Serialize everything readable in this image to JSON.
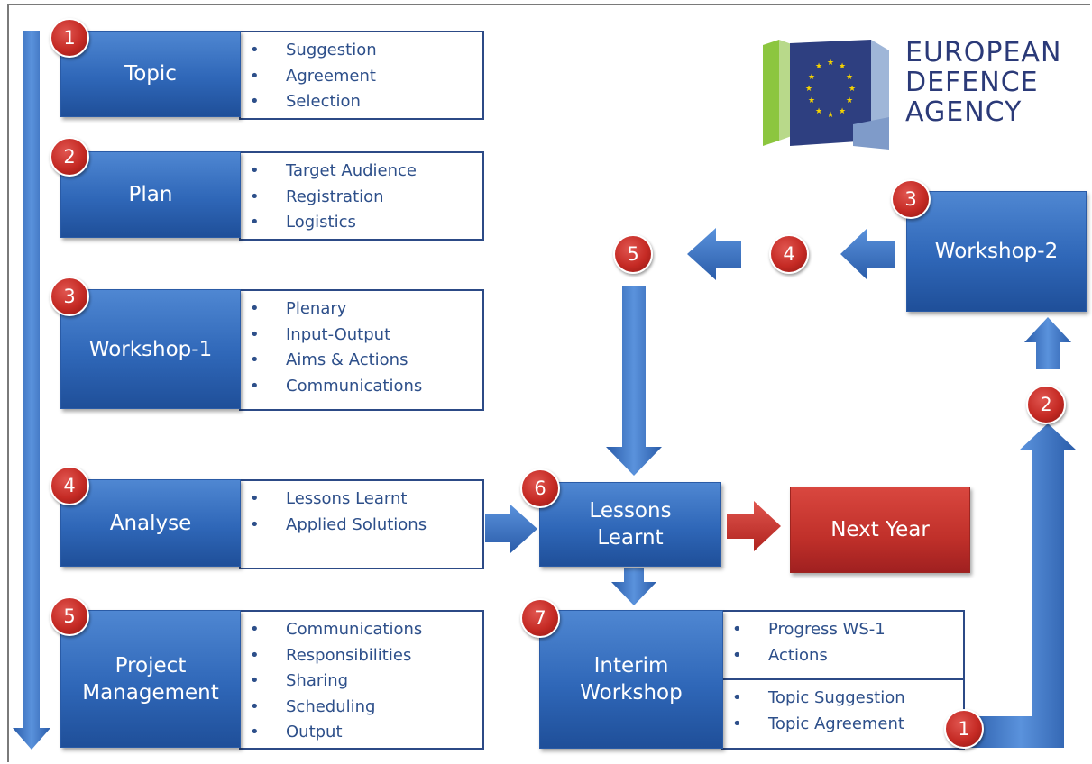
{
  "logo": {
    "text": "EUROPEAN\nDEFENCE\nAGENCY"
  },
  "left_steps": [
    {
      "badge": "1",
      "title": "Topic",
      "items": [
        "Suggestion",
        "Agreement",
        "Selection"
      ]
    },
    {
      "badge": "2",
      "title": "Plan",
      "items": [
        "Target Audience",
        "Registration",
        "Logistics"
      ]
    },
    {
      "badge": "3",
      "title": "Workshop-1",
      "items": [
        "Plenary",
        "Input-Output",
        "Aims & Actions",
        "Communications"
      ]
    },
    {
      "badge": "4",
      "title": "Analyse",
      "items": [
        "Lessons Learnt",
        "Applied Solutions"
      ]
    },
    {
      "badge": "5",
      "title": "Project\nManagement",
      "items": [
        "Communications",
        "Responsibilities",
        "Sharing",
        "Scheduling",
        "Output"
      ]
    }
  ],
  "lessons": {
    "badge": "6",
    "title": "Lessons\nLearnt"
  },
  "next_year": {
    "title": "Next Year"
  },
  "interim": {
    "badge": "7",
    "title": "Interim\nWorkshop",
    "top_items": [
      "Progress WS-1",
      "Actions"
    ],
    "bottom_items": [
      "Topic  Suggestion",
      "Topic Agreement"
    ]
  },
  "workshop2": {
    "badge": "3",
    "title": "Workshop-2"
  },
  "cycle_badges": {
    "one": "1",
    "two": "2",
    "four": "4",
    "five": "5"
  },
  "colors": {
    "blue": "#2f67b8",
    "red": "#c52a24",
    "list_text": "#2d4f8a",
    "logo_text": "#2b3a78"
  }
}
